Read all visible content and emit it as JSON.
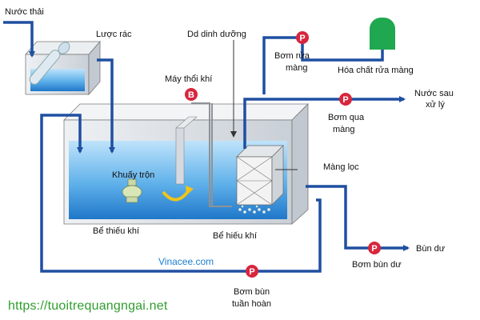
{
  "labels": {
    "wastewater_in": "Nước thải",
    "screen": "Lược rác",
    "nutrient": "Dd dinh dưỡng",
    "blower": "Máy thổi khí",
    "cleaning_pump": "Bơm rửa\nmàng",
    "chemical": "Hóa chất rửa màng",
    "treated_out": "Nước sau\nxử lý",
    "membrane_pump": "Bơm qua\nmàng",
    "mixer": "Khuấy trộn",
    "membrane": "Màng lọc",
    "anoxic_tank": "Bể thiếu khí",
    "aerobic_tank": "Bể hiếu khí",
    "excess_sludge": "Bùn dư",
    "excess_sludge_pump": "Bơm bùn dư",
    "recirc_pump": "Bơm bùn\ntuần hoàn",
    "watermark": "Vinacee.com",
    "website": "https://tuoitrequangngai.net"
  },
  "pump_letters": {
    "pump": "P",
    "blower": "B"
  },
  "colors": {
    "pipe": "#1f4fa0",
    "pump": "#d7263d",
    "chemical_tank": "#1fa84f",
    "water": "#4aa3e6",
    "tank_wall": "#d9dde3",
    "website": "#2f9e2f",
    "watermark": "#1b7fd1"
  }
}
